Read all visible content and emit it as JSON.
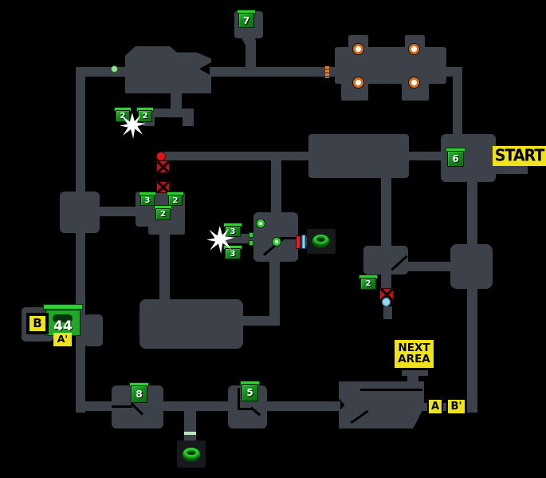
{
  "labels": {
    "start": "START",
    "next_area_line1": "NEXT",
    "next_area_line2": "AREA",
    "portal_b": "B",
    "portal_a_prime": "A'",
    "portal_a": "A",
    "portal_b_prime": "B'"
  },
  "chest": {
    "count": "44"
  },
  "crates": [
    {
      "value": "7"
    },
    {
      "value": "2"
    },
    {
      "value": "2"
    },
    {
      "value": "6"
    },
    {
      "value": "3"
    },
    {
      "value": "2"
    },
    {
      "value": "2"
    },
    {
      "value": "3"
    },
    {
      "value": "3"
    },
    {
      "value": "2"
    },
    {
      "value": "8"
    },
    {
      "value": "5"
    }
  ],
  "icons": {
    "lock_door": "red-cross-lock",
    "rivet": "orange-rivet-ring",
    "save_ring": "green-ring-dot",
    "elevator": "green-donut",
    "event_star": "white-starburst",
    "door_red": "red-bar-door",
    "door_blue": "blue-bar-door",
    "door_green": "green-bar-door",
    "orange_gate": "orange-dotted-gate"
  },
  "colors": {
    "background": "#000000",
    "room": "#3d424a",
    "crate_green": "#2ad42c",
    "label_yellow": "#f0e419",
    "lock_red": "#c61016",
    "rivet_orange": "#d97017"
  }
}
